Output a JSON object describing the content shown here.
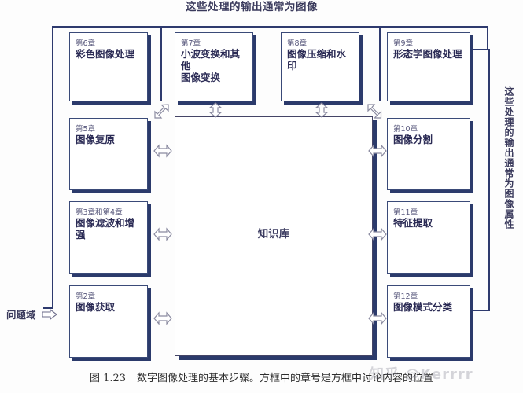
{
  "figure": {
    "top_title": "这些处理的输出通常为图像",
    "right_title": "这些处理的输出通常为图像属性",
    "left_label": "问题域",
    "left_label_arrow": "right-arrow-icon",
    "knowledge_base": "知识库",
    "caption_number": "图 1.23",
    "caption_text": "数字图像处理的基本步骤。方框中的章号是方框中讨论内容的位置",
    "watermark": "知乎 @Kerrrr"
  },
  "boxes": {
    "top": [
      {
        "chapter": "第6章",
        "title": "彩色图像处理"
      },
      {
        "chapter": "第7章",
        "title": "小波变换和其他\n图像变换"
      },
      {
        "chapter": "第8章",
        "title": "图像压缩和水印"
      },
      {
        "chapter": "第9章",
        "title": "形态学图像处理"
      }
    ],
    "left": [
      {
        "chapter": "第5章",
        "title": "图像复原"
      },
      {
        "chapter": "第3章和第4章",
        "title": "图像滤波和增强"
      },
      {
        "chapter": "第2章",
        "title": "图像获取"
      }
    ],
    "right": [
      {
        "chapter": "第10章",
        "title": "图像分割"
      },
      {
        "chapter": "第11章",
        "title": "特征提取"
      },
      {
        "chapter": "第12章",
        "title": "图像模式分类"
      }
    ]
  },
  "colors": {
    "line": "#2e3a6e",
    "box_border": "#3a4a78",
    "box_shadow": "#2b3a6b",
    "title_text": "#3a3a5c",
    "chapter_text": "#55557a",
    "box_title_text": "#2b2b55",
    "background": "#fdfdfd"
  },
  "arrows": {
    "double_vertical": "double-headed-vertical-arrow-icon",
    "double_horizontal": "double-headed-horizontal-arrow-icon",
    "diagonal_nw": "double-headed-diagonal-arrow-icon",
    "diagonal_ne": "double-headed-diagonal-arrow-icon"
  }
}
